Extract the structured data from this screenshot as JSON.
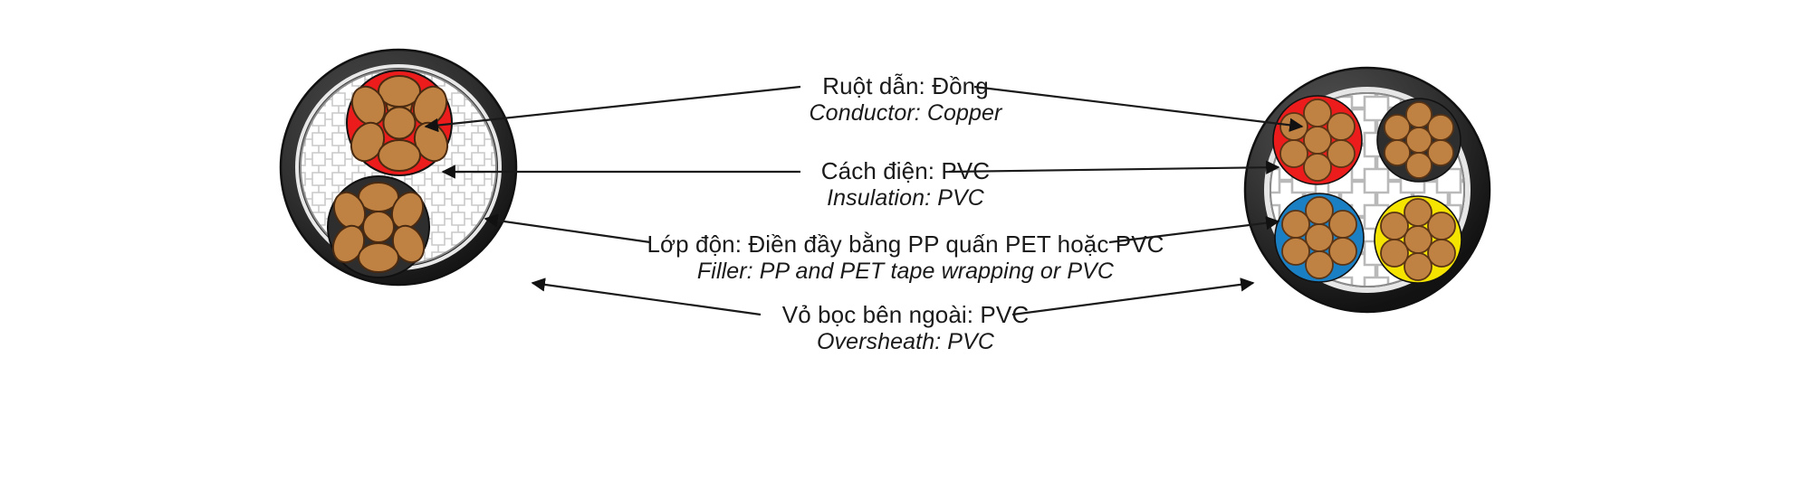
{
  "diagram": {
    "title": "Cable cross-section construction diagram",
    "labels": [
      {
        "id": "conductor",
        "vi": "Ruột dẫn: Đồng",
        "en": "Conductor: Copper"
      },
      {
        "id": "insulation",
        "vi": "Cách điện: PVC",
        "en": "Insulation: PVC"
      },
      {
        "id": "filler",
        "vi": "Lớp độn: Điền đầy bằng PP quấn PET hoặc PVC",
        "en": "Filler: PP and PET tape wrapping or PVC"
      },
      {
        "id": "oversheath",
        "vi": "Vỏ bọc bên ngoài: PVC",
        "en": "Oversheath: PVC"
      }
    ],
    "cable_left": {
      "name": "two-core-cable",
      "core_count": 2,
      "strands_per_core": 7,
      "core_colors": [
        "#EC1C1C",
        "#2E2E2E"
      ],
      "sheath_color": "#2B2B2B",
      "filler_color": "#FFFFFF",
      "conductor_color": "#C08242"
    },
    "cable_right": {
      "name": "four-core-cable",
      "core_count": 4,
      "strands_per_core": 7,
      "core_colors": [
        "#EC1C1C",
        "#2E2E2E",
        "#1B7FC4",
        "#F5E400"
      ],
      "sheath_color": "#2B2B2B",
      "filler_color": "#FFFFFF",
      "conductor_color": "#C08242"
    },
    "colors": {
      "copper": "#C08242",
      "red_core": "#EC1C1C",
      "black_core": "#2E2E2E",
      "blue_core": "#1B7FC4",
      "yellow_core": "#F5E400",
      "sheath": "#2B2B2B",
      "leader_line": "#1A1A1A",
      "background": "#FFFFFF"
    }
  }
}
